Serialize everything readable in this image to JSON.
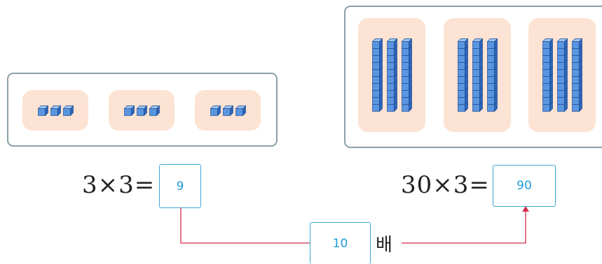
{
  "left_panel": {
    "groups": 3,
    "cubes_per_group": 3
  },
  "right_panel": {
    "groups": 3,
    "rods_per_group": 3,
    "cubes_per_rod": 10
  },
  "left_equation": {
    "text": "3×3=",
    "answer": "9"
  },
  "right_equation": {
    "text": "30×3=",
    "answer": "90"
  },
  "factor": {
    "value": "10",
    "unit": "배"
  },
  "colors": {
    "cube_front": "#5a95e0",
    "cube_top": "#9dc4f2",
    "cube_side": "#2f66b8",
    "group_bg": "#fde3d3",
    "panel_border": "#8aa0a8",
    "answer_text": "#1e9ad6",
    "connector": "#d0304a"
  }
}
